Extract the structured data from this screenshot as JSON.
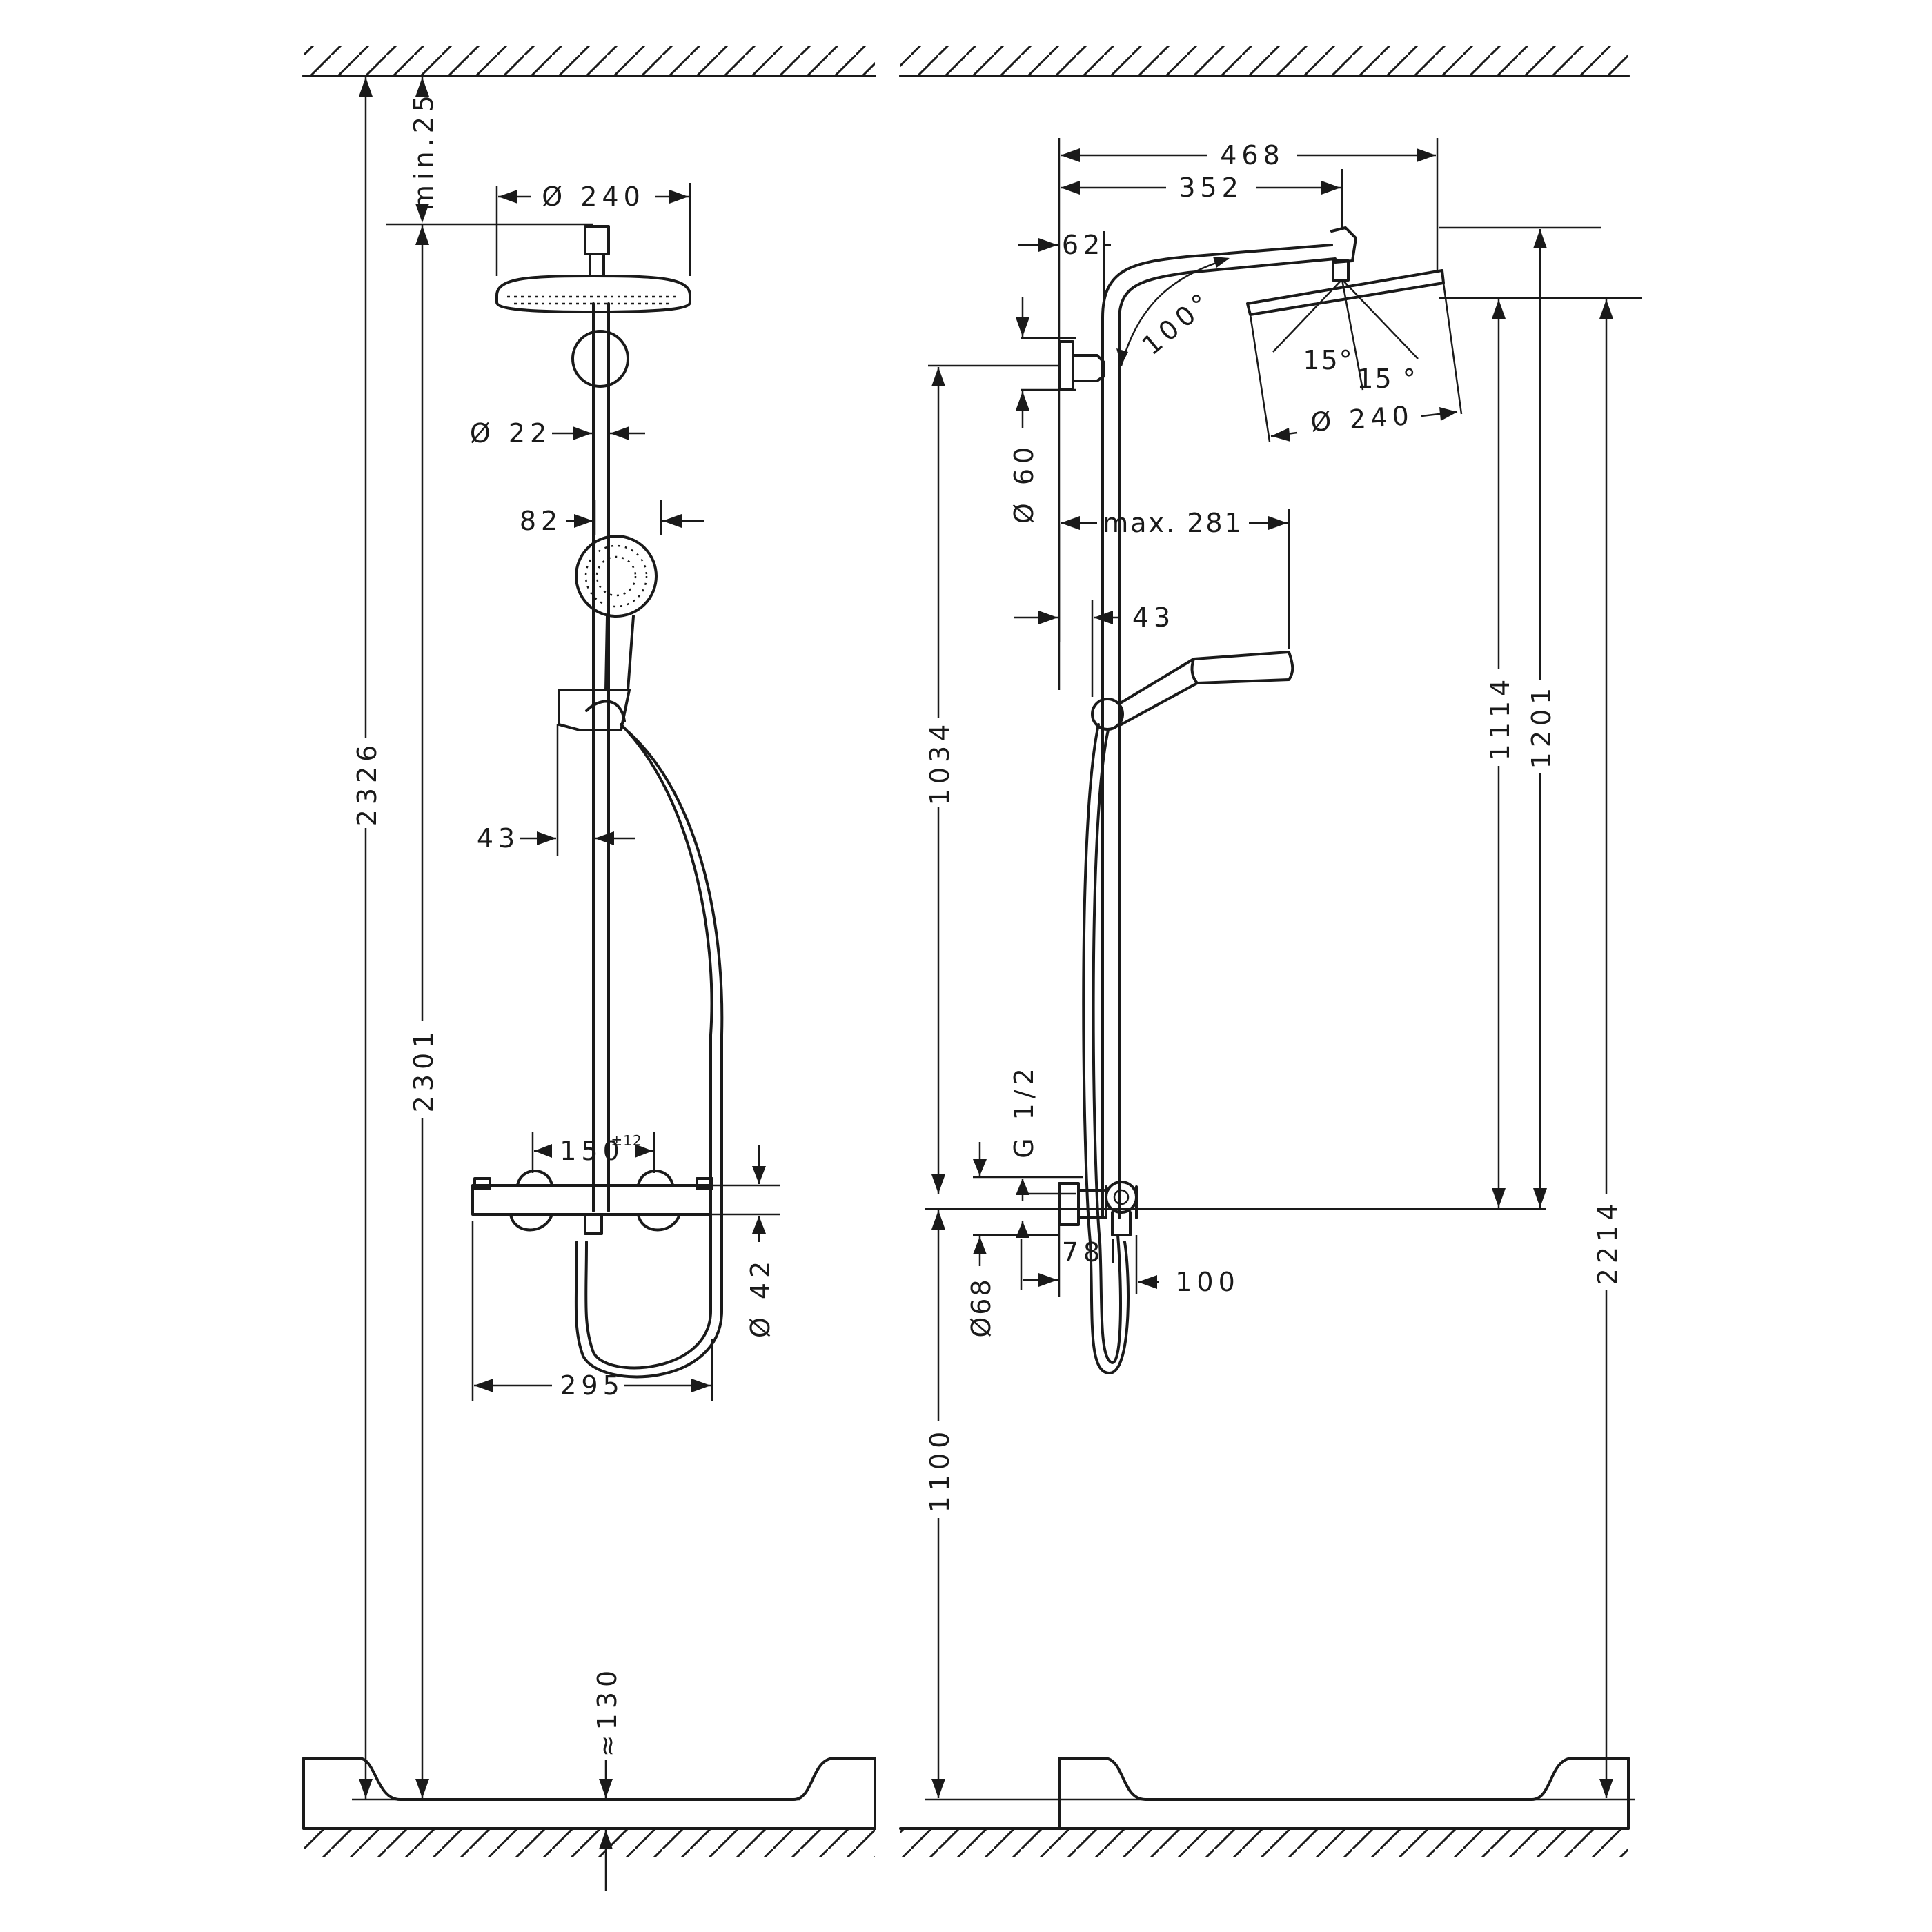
{
  "front_view": {
    "height_total": "2326",
    "height_head": "2301",
    "ceiling_gap": "min.25",
    "overhead_diameter": "Ø 240",
    "pipe_diameter": "Ø 22",
    "hand_shower_width": "82",
    "bar_offset": "43",
    "mixer_centres": "150",
    "mixer_tolerance": "±12",
    "mixer_height": "Ø 42",
    "mixer_width": "295",
    "floor_gap": "≈130"
  },
  "side_view": {
    "arm_length": "468",
    "arm_projection": "352",
    "wall_bracket": "62",
    "arm_angle": "100°",
    "spray_angle_1": "15°",
    "spray_angle_2": "15 °",
    "overhead_diameter": "Ø 240",
    "rosette_diameter": "Ø 60",
    "hand_shower_reach": "max. 281",
    "bar_offset": "43",
    "height_bracket": "1034",
    "height_mixer": "1100",
    "height_head_bottom": "1114",
    "height_head_top": "1201",
    "height_total": "2214",
    "thread": "G 1/2",
    "flange_diameter": "Ø68",
    "mixer_depth": "78",
    "mixer_projection": "100"
  }
}
